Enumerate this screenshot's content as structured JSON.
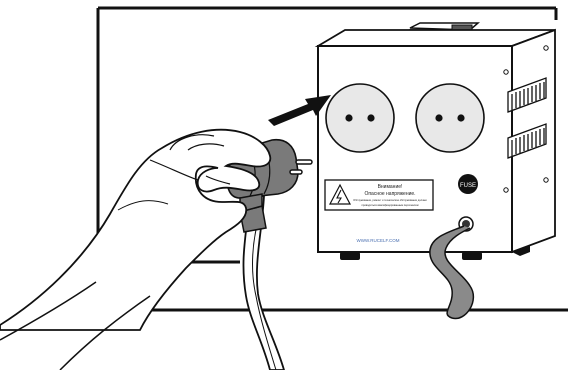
{
  "device": {
    "warning_title": "Внимание!",
    "warning_subtitle": "Опасное напряжение.",
    "warning_line1": "Обслуживание, ремонт и техническое обслуживание должно",
    "warning_line2": "проводиться квалифицированным персоналом",
    "fuse_label": "FUSE",
    "website": "WWW.RUCELF.COM"
  },
  "colors": {
    "line": "#111111",
    "device_face": "#ffffff",
    "device_side": "#ffffff",
    "plug": "#7a7a7a",
    "socket": "#e8e8e8",
    "warning_border": "#f08a5d"
  },
  "icons": [
    "arrow-icon",
    "high-voltage-icon",
    "fuse-icon"
  ]
}
